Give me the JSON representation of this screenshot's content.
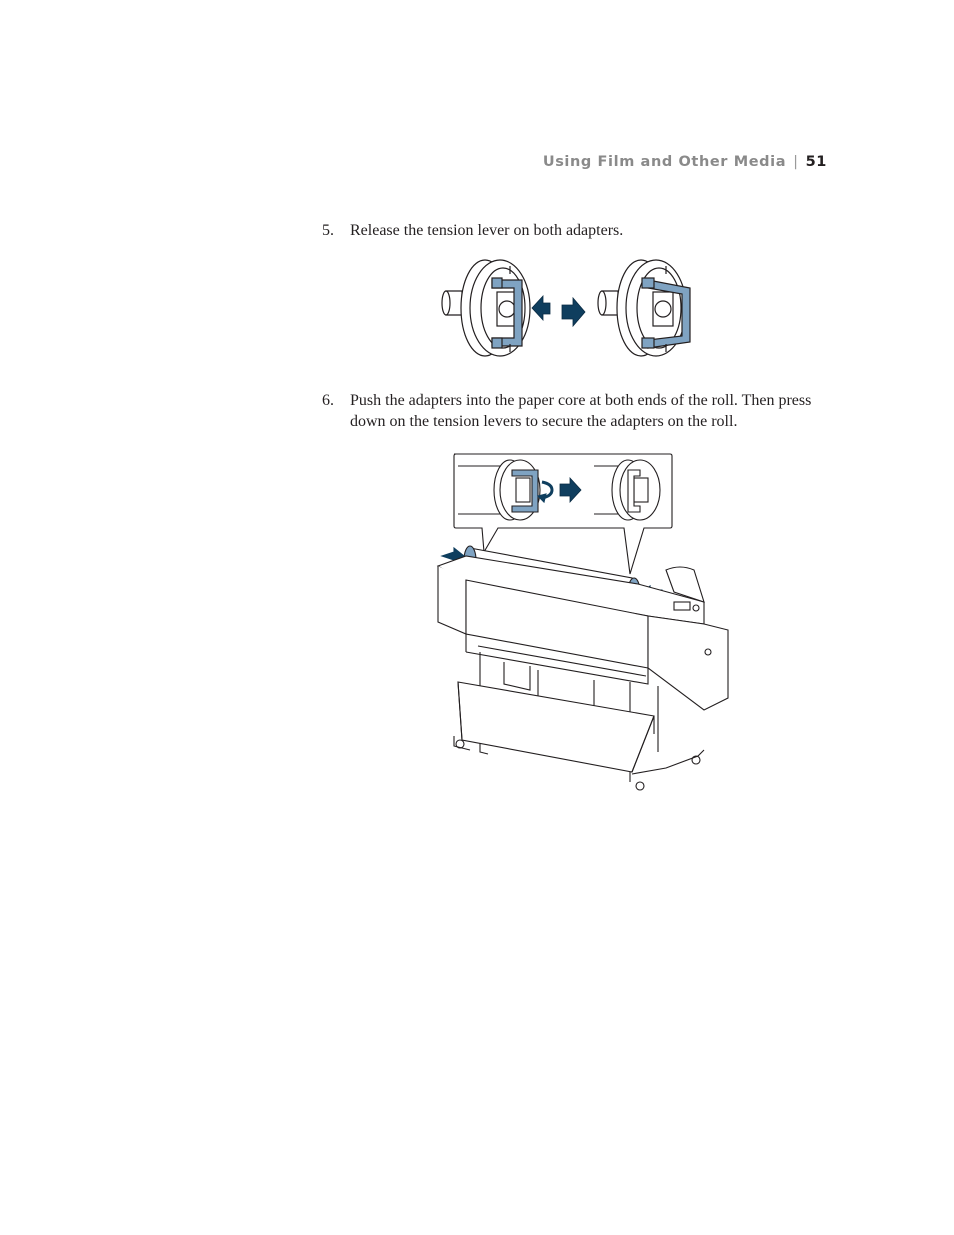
{
  "header": {
    "section_title": "Using Film and Other Media",
    "separator": "|",
    "page_number": "51"
  },
  "steps": [
    {
      "number": "5.",
      "text": "Release the tension lever on both adapters."
    },
    {
      "number": "6.",
      "text": "Push the adapters into the paper core at both ends of the roll. Then press down on the tension levers to secure the adapters on the roll."
    }
  ],
  "colors": {
    "accent_blue": "#7fa3c2",
    "arrow_navy": "#0f3e5e",
    "line": "#231f20"
  }
}
